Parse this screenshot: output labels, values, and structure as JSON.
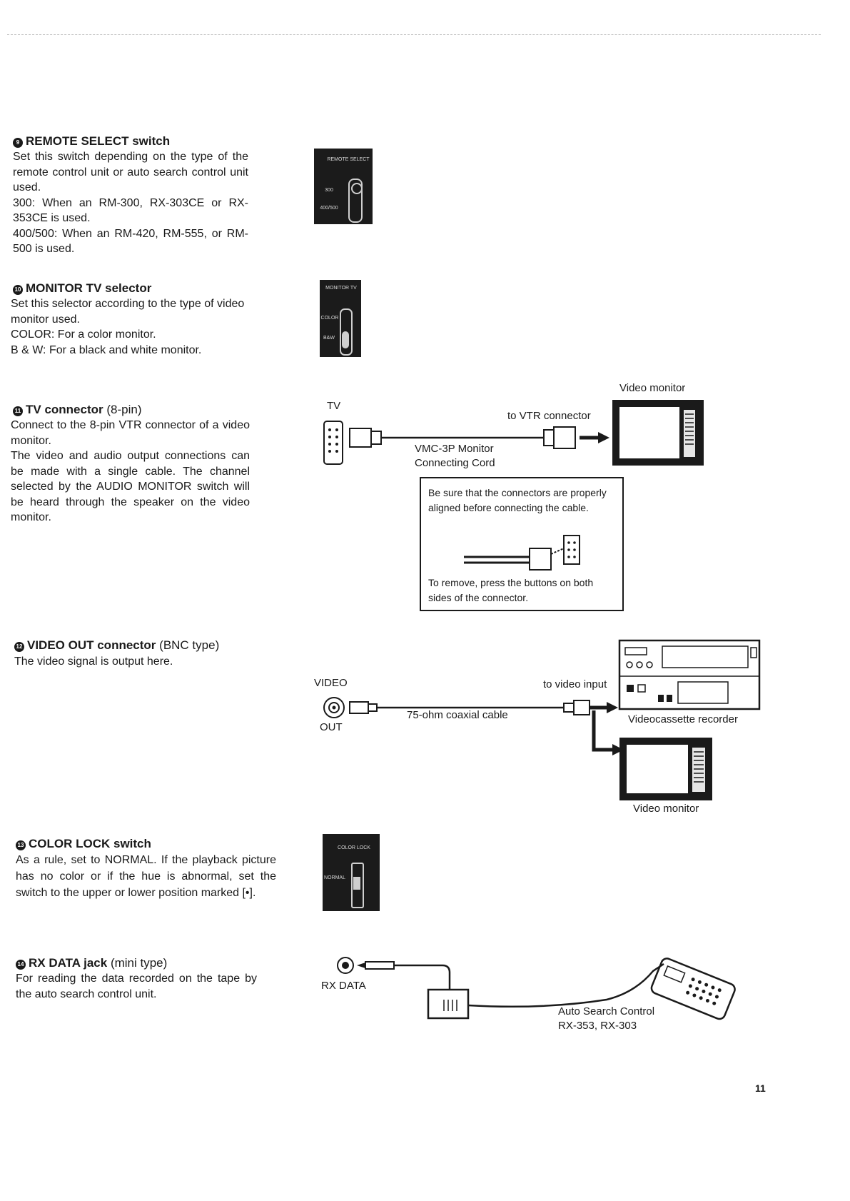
{
  "sections": [
    {
      "number": "9",
      "title": "REMOTE SELECT switch",
      "subtitle": "",
      "lines": [
        "Set this switch depending on the type of the remote control unit or auto search control unit used.",
        "300: When an RM-300, RX-303CE or RX-353CE is used.",
        "400/500: When an RM-420, RM-555, or RM-500 is used."
      ],
      "panel": {
        "header": "REMOTE SELECT",
        "pos_top": "300",
        "pos_bottom": "400/500"
      }
    },
    {
      "number": "10",
      "title": "MONITOR TV selector",
      "subtitle": "",
      "lines": [
        "Set this selector according to the type of video monitor used.",
        "COLOR: For a color monitor.",
        "B & W: For a black and white monitor."
      ],
      "panel": {
        "header": "MONITOR TV",
        "pos_top": "COLOR",
        "pos_bottom": "B&W"
      }
    },
    {
      "number": "11",
      "title": "TV connector",
      "subtitle": "(8-pin)",
      "lines": [
        "Connect to the 8-pin VTR connector of a video monitor.",
        "The video and audio output connections can be made with a single cable. The channel selected by the AUDIO MONITOR switch will be heard through the speaker on the video monitor."
      ],
      "diagram": {
        "tv_label": "TV",
        "cord_label_1": "VMC-3P Monitor",
        "cord_label_2": "Connecting Cord",
        "to_label": "to VTR connector",
        "monitor_label": "Video monitor",
        "note_1": "Be sure that the connectors are properly aligned before connecting the cable.",
        "note_2": "To remove, press the buttons on both sides of the connector."
      }
    },
    {
      "number": "12",
      "title": "VIDEO OUT connector",
      "subtitle": "(BNC type)",
      "lines": [
        "The video signal is output here."
      ],
      "diagram": {
        "video_label": "VIDEO",
        "out_label": "OUT",
        "cable_label": "75-ohm coaxial cable",
        "to_label": "to video input",
        "recorder_label": "Videocassette recorder",
        "monitor_label": "Video monitor"
      }
    },
    {
      "number": "13",
      "title": "COLOR LOCK switch",
      "subtitle": "",
      "lines": [
        "As a rule, set to NORMAL. If the playback picture has no color or if the hue is abnormal, set the switch to the upper or lower position marked [•]."
      ],
      "panel": {
        "header": "COLOR LOCK",
        "pos_top": "NORMAL",
        "pos_bottom": ""
      }
    },
    {
      "number": "14",
      "title": "RX DATA jack",
      "subtitle": "(mini type)",
      "lines": [
        "For reading the data recorded on the tape by the auto search control unit."
      ],
      "diagram": {
        "jack_label": "RX DATA",
        "device_label_1": "Auto Search Control",
        "device_label_2": "RX-353, RX-303"
      }
    }
  ],
  "page_number": "11",
  "colors": {
    "ink": "#1a1a1a",
    "panel": "#1b1b1b",
    "paper": "#ffffff"
  }
}
